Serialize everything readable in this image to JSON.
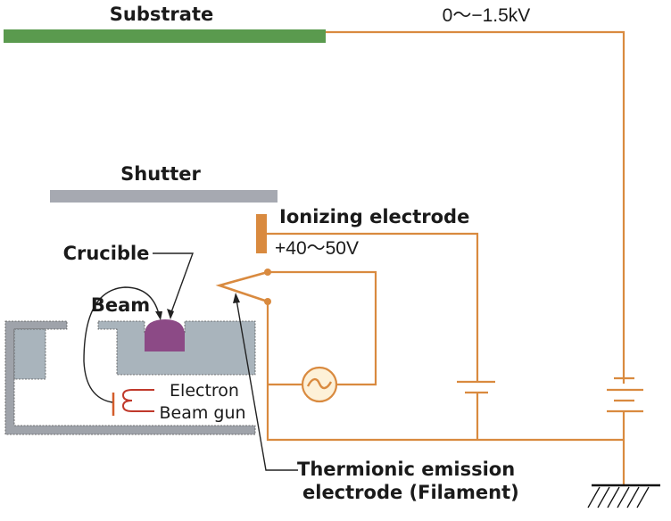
{
  "title": "Ion plating (electron beam evaporation) schematic",
  "labels": {
    "substrate": "Substrate",
    "bias_voltage": "0～−1.5kV",
    "shutter": "Shutter",
    "ionizing_electrode": "Ionizing electrode",
    "ionizing_voltage": "+40～50V",
    "crucible": "Crucible",
    "beam": "Beam",
    "electron_beam_gun_line1": "Electron",
    "electron_beam_gun_line2": "Beam gun",
    "filament_line1": "Thermionic emission",
    "filament_line2": "electrode (Filament)"
  },
  "components": [
    {
      "id": "substrate",
      "icon": "substrate-plate",
      "color": "#5a9a4e"
    },
    {
      "id": "shutter",
      "icon": "shutter-plate",
      "color": "#a6a9b1"
    },
    {
      "id": "ionizing-electrode",
      "icon": "electrode-plate",
      "color": "#d98a3f"
    },
    {
      "id": "filament",
      "icon": "filament-v"
    },
    {
      "id": "ac-source",
      "icon": "ac-source-icon",
      "symbol": "~"
    },
    {
      "id": "dc-battery-ionizing",
      "icon": "battery-icon"
    },
    {
      "id": "dc-battery-bias",
      "icon": "battery-icon"
    },
    {
      "id": "ground",
      "icon": "ground-icon"
    },
    {
      "id": "crucible",
      "icon": "crucible-shape",
      "color": "#8c4a86"
    },
    {
      "id": "electron-gun",
      "icon": "electron-gun-coil",
      "color": "#c0392b"
    }
  ],
  "colors": {
    "wire": "#d98a3f",
    "chamber_fill": "#a9b4bc",
    "chamber_wall": "#9fa3aa",
    "substrate": "#5a9a4e",
    "shutter": "#a6a9b1",
    "crucible": "#8c4a86",
    "gun": "#c0392b",
    "ac_fill": "#fdf1d8"
  }
}
